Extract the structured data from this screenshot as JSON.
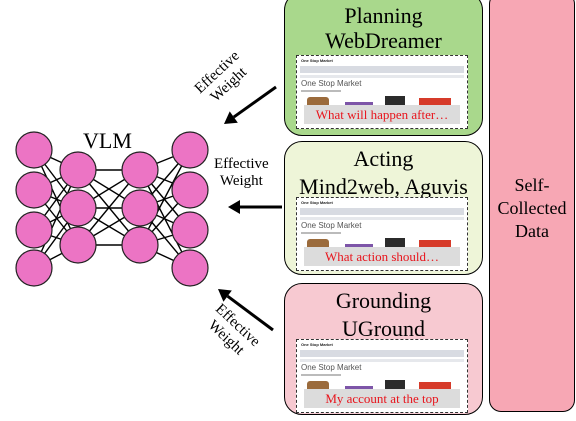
{
  "model": {
    "label": "VLM"
  },
  "panels": [
    {
      "id": "planning",
      "title": "Planning",
      "subtitle": "WebDreamer",
      "caption": "What will happen after…",
      "bg": "#a9d88c",
      "inner": "#eaf5dc"
    },
    {
      "id": "acting",
      "title": "Acting",
      "subtitle": "Mind2web, Aguvis",
      "caption": "What action should…",
      "bg": "#eef5d8",
      "inner": "#f6faea"
    },
    {
      "id": "grounding",
      "title": "Grounding",
      "subtitle": "UGround",
      "caption": "My account at the top",
      "bg": "#f7c9d1",
      "inner": "#fbe3e8"
    }
  ],
  "screenshot": {
    "site_name": "One Stop Market",
    "store_heading": "One Stop Market"
  },
  "arrows": [
    {
      "label_line1": "Effective",
      "label_line2": "Weight"
    },
    {
      "label_line1": "Effective",
      "label_line2": "Weight"
    },
    {
      "label_line1": "Effective",
      "label_line2": "Weight"
    }
  ],
  "self_collected": {
    "line1": "Self-",
    "line2": "Collected",
    "line3": "Data",
    "color": "#f7a7b4"
  },
  "colors": {
    "node_fill": "#ec74c4",
    "node_stroke": "#222222"
  }
}
